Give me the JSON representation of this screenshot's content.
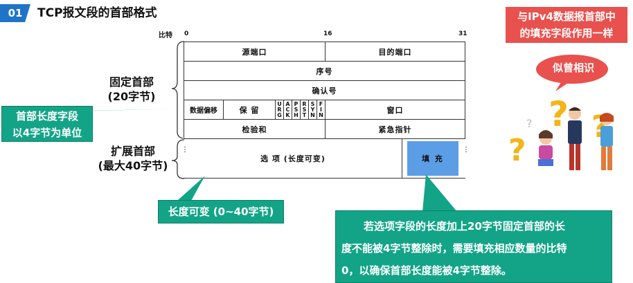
{
  "header": {
    "badge": "01",
    "title": "TCP报文段的首部格式"
  },
  "bit_ruler": {
    "label": "比特",
    "marks": [
      "0",
      "16",
      "31"
    ]
  },
  "fields": {
    "src_port": "源端口",
    "dst_port": "目的端口",
    "seq": "序号",
    "ack": "确认号",
    "data_offset": "数据偏移",
    "reserved": "保 留",
    "flags": [
      "URG",
      "ACK",
      "PSH",
      "RST",
      "SYN",
      "FIN"
    ],
    "window": "窗口",
    "checksum": "检验和",
    "urgent_ptr": "紧急指针",
    "options": "选 项 (长度可变)",
    "padding": "填 充"
  },
  "labels": {
    "fixed_header_line1": "固定首部",
    "fixed_header_line2": "(20字节)",
    "ext_header_line1": "扩展首部",
    "ext_header_line2": "(最大40字节)"
  },
  "callouts": {
    "header_length_line1": "首部长度字段",
    "header_length_line2": "以4字节为单位",
    "variable_length": "长度可变 (0~40字节)",
    "padding_note_line1": "若选项字段的长度加上20字节固定首部的长",
    "padding_note_line2": "度不能被4字节整除时，需要填充相应数量的比特",
    "padding_note_line3": "0，以确保首部长度能被4字节整除。",
    "ipv4_note_line1": "与IPv4数据报首部中",
    "ipv4_note_line2": "的填充字段作用一样",
    "confused_bubble": "似曾相识"
  },
  "colors": {
    "accent_blue": "#1f74c8",
    "teal": "#13a487",
    "red": "#e8514d",
    "padding_blue": "#5b9ee6"
  }
}
